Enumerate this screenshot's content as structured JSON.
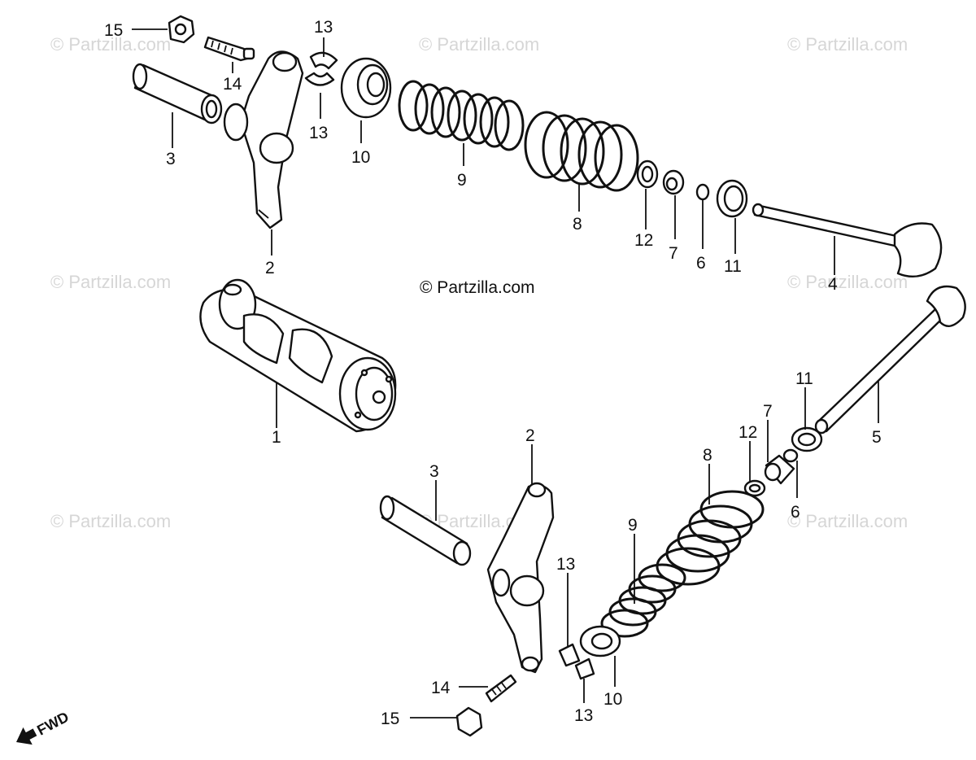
{
  "copyright": "© Partzilla.com",
  "watermark": "© Partzilla.com",
  "fwd_label": "FWD",
  "labels": {
    "a15": "15",
    "a14": "14",
    "a13t": "13",
    "a13b": "13",
    "a3": "3",
    "a10": "10",
    "a9": "9",
    "a8": "8",
    "a12": "12",
    "a7": "7",
    "a6": "6",
    "a11": "11",
    "a4": "4",
    "a2": "2",
    "a1": "1",
    "b2": "2",
    "b3": "3",
    "b13t": "13",
    "b13b": "13",
    "b14": "14",
    "b15": "15",
    "b9": "9",
    "b10": "10",
    "b8": "8",
    "b12": "12",
    "b7": "7",
    "b6": "6",
    "b11": "11",
    "b5": "5"
  }
}
